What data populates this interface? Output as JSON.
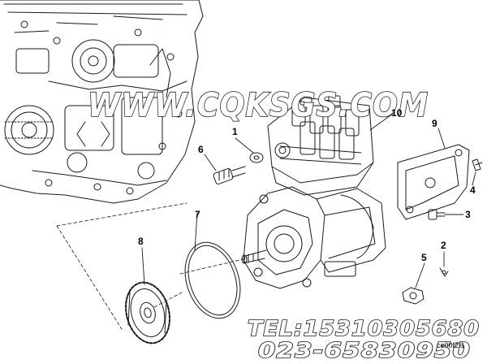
{
  "callouts": [
    {
      "id": "1",
      "label": "1"
    },
    {
      "id": "2",
      "label": "2"
    },
    {
      "id": "3",
      "label": "3"
    },
    {
      "id": "4",
      "label": "4"
    },
    {
      "id": "5",
      "label": "5"
    },
    {
      "id": "6",
      "label": "6"
    },
    {
      "id": "7",
      "label": "7"
    },
    {
      "id": "8",
      "label": "8"
    },
    {
      "id": "9",
      "label": "9"
    },
    {
      "id": "10",
      "label": "10"
    }
  ],
  "watermark": {
    "site": "WWW.CQKSGS.COM",
    "tel": "TEL:15310305680",
    "phone2": "023-65830950"
  },
  "ref_code": "ce00f2f1",
  "colors": {
    "line": "#1a1a1a",
    "background": "#ffffff"
  }
}
